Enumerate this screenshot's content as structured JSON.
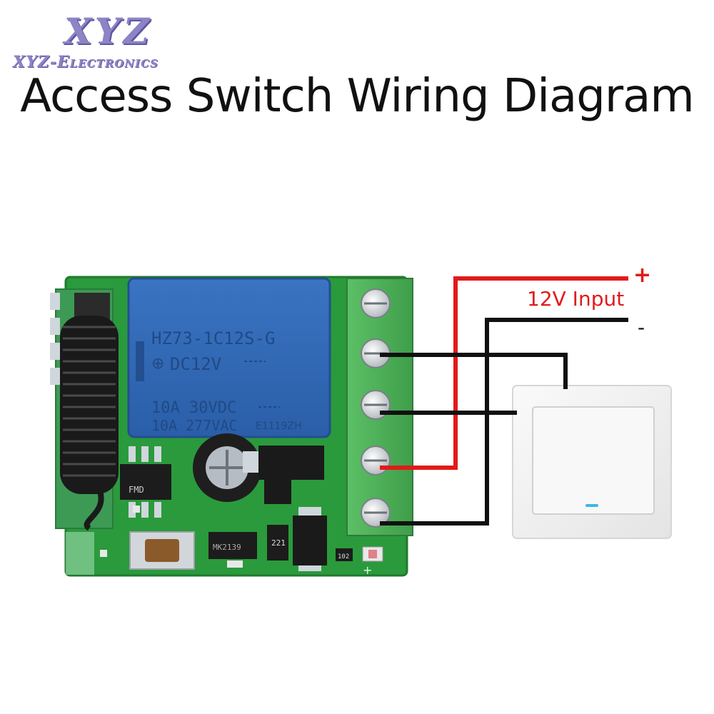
{
  "logo": {
    "brand": "XYZ",
    "company": "XYZ-Electronics"
  },
  "title": "Access Switch Wiring Diagram",
  "relay": {
    "model": "HZ73-1C12S-G",
    "coil": "DC12V",
    "rating_dc": "10A 30VDC",
    "rating_ac": "10A 277VAC",
    "code": "E1119ZH"
  },
  "chip": {
    "label": "FMD"
  },
  "regulator": {
    "label": "MK2139"
  },
  "smd_resistor": {
    "label": "221"
  },
  "small_resistor": {
    "label": "102"
  },
  "pcb_plus": "+",
  "power_input": {
    "label": "12V Input",
    "plus": "+",
    "minus": "-"
  },
  "colors": {
    "pcb": "#2a9a3c",
    "relay": "#2f66b4",
    "terminal": "#4fb35a",
    "wire_red": "#e21a1a",
    "wire_black": "#111111",
    "switch_frame": "#efefef",
    "switch_led": "#3fb6e8"
  }
}
